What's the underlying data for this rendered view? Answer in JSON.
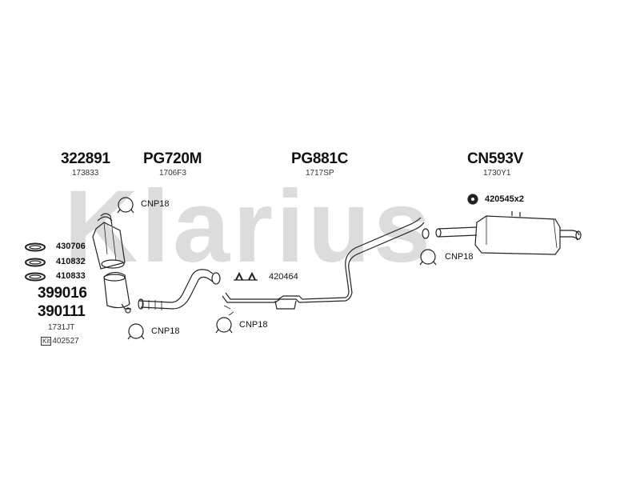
{
  "watermark": {
    "brand": "Klarius",
    "color": "#d9d9d9"
  },
  "groups": [
    {
      "id": "left",
      "main": "322891",
      "sub": "173833"
    },
    {
      "id": "pg720m",
      "main": "PG720M",
      "sub": "1706F3"
    },
    {
      "id": "pg881c",
      "main": "PG881C",
      "sub": "1717SP"
    },
    {
      "id": "cn593v",
      "main": "CN593V",
      "sub": "1730Y1"
    }
  ],
  "gaskets": [
    {
      "code": "430706"
    },
    {
      "code": "410832"
    },
    {
      "code": "410833"
    }
  ],
  "codes_left": {
    "a": "399016",
    "b": "390111",
    "c": "1731JT"
  },
  "kit": {
    "badge": "Kit",
    "code": "402527"
  },
  "clamps": [
    {
      "code": "CNP18"
    },
    {
      "code": "CNP18"
    },
    {
      "code": "CNP18"
    },
    {
      "code": "CNP18"
    }
  ],
  "mounts": {
    "rubber": "420464",
    "bolt": "420545x2"
  }
}
